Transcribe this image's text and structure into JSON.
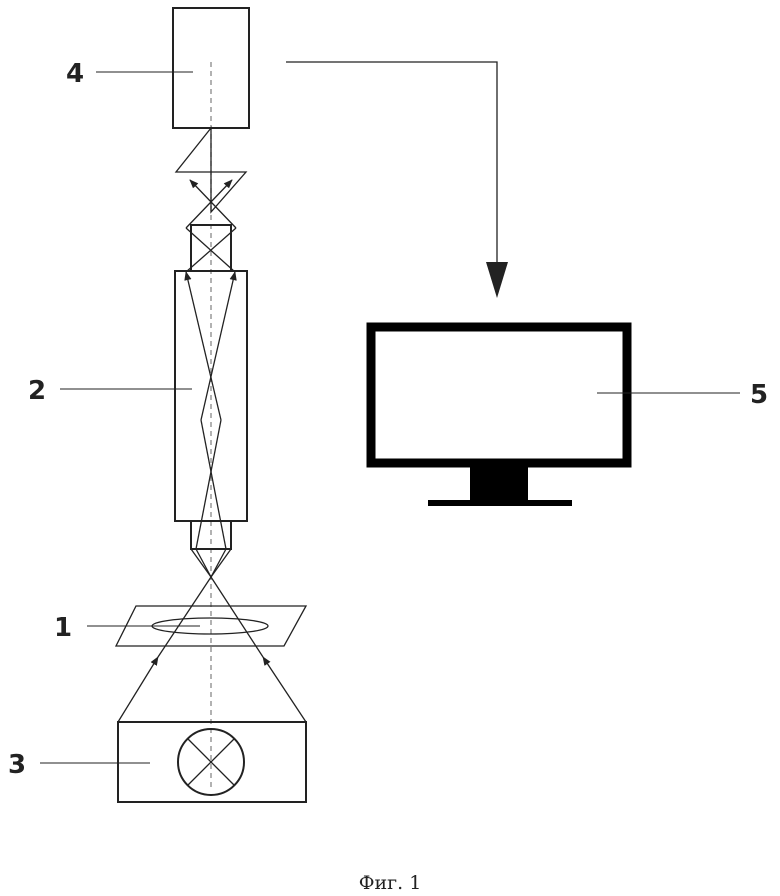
{
  "labels": {
    "sample": "1",
    "microscope": "2",
    "light_source": "3",
    "camera": "4",
    "monitor": "5"
  },
  "caption": "Фиг. 1",
  "colors": {
    "line": "#222222",
    "axis": "#888888",
    "background": "#ffffff"
  }
}
